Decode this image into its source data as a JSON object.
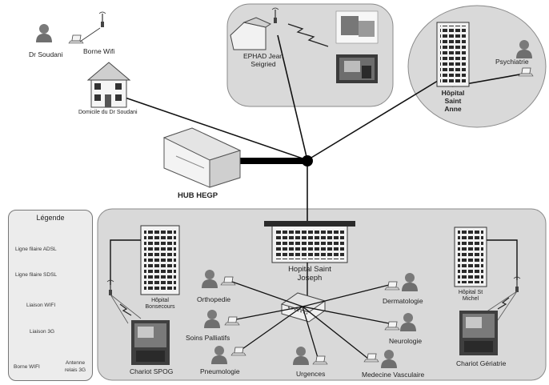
{
  "nodes": {
    "dr_soudani": "Dr Soudani",
    "borne_wifi_top": "Borne Wifi",
    "domicile": "Domicile du Dr Soudani",
    "ephad_line1": "EPHAD Jean",
    "ephad_line2": "Seigried",
    "hopital_saint_anne_line1": "Hôpital",
    "hopital_saint_anne_line2": "Saint",
    "hopital_saint_anne_line3": "Anne",
    "psychiatrie": "Psychiatrie",
    "hub": "HUB HEGP",
    "hopital_saint_joseph_line1": "Hopital Saint",
    "hopital_saint_joseph_line2": "Joseph",
    "hopital_bonsecours_line1": "Hôpital",
    "hopital_bonsecours_line2": "Bonsecours",
    "hopital_st_michel_line1": "Hôpital St",
    "hopital_st_michel_line2": "Michel",
    "orthopedie": "Orthopedie",
    "soins_palliatifs": "Soins Palliatifs",
    "pneumologie": "Pneumologie",
    "urgences": "Urgences",
    "medecine_vasculaire": "Medecine Vasculaire",
    "neurologie": "Neurologie",
    "dermatologie": "Dermatologie",
    "chariot_spog": "Chariot SPOG",
    "chariot_geriatrie": "Chariot Gériatrie"
  },
  "legend": {
    "title": "Légende",
    "adsl": "Ligne filaire ADSL",
    "sdsl": "Ligne filaire SDSL",
    "wifi": "Liaison WIFI",
    "3g": "Liaison 3G",
    "borne_wifi": "Borne WIFI",
    "antenne_line1": "Antenne",
    "antenne_line2": "relais 3G"
  },
  "colors": {
    "zone_fill": "#d9d9d9",
    "zone_stroke": "#8a8a8a",
    "line": "#111111",
    "person": "#7a7a7a",
    "building": "#e8e8e8"
  }
}
